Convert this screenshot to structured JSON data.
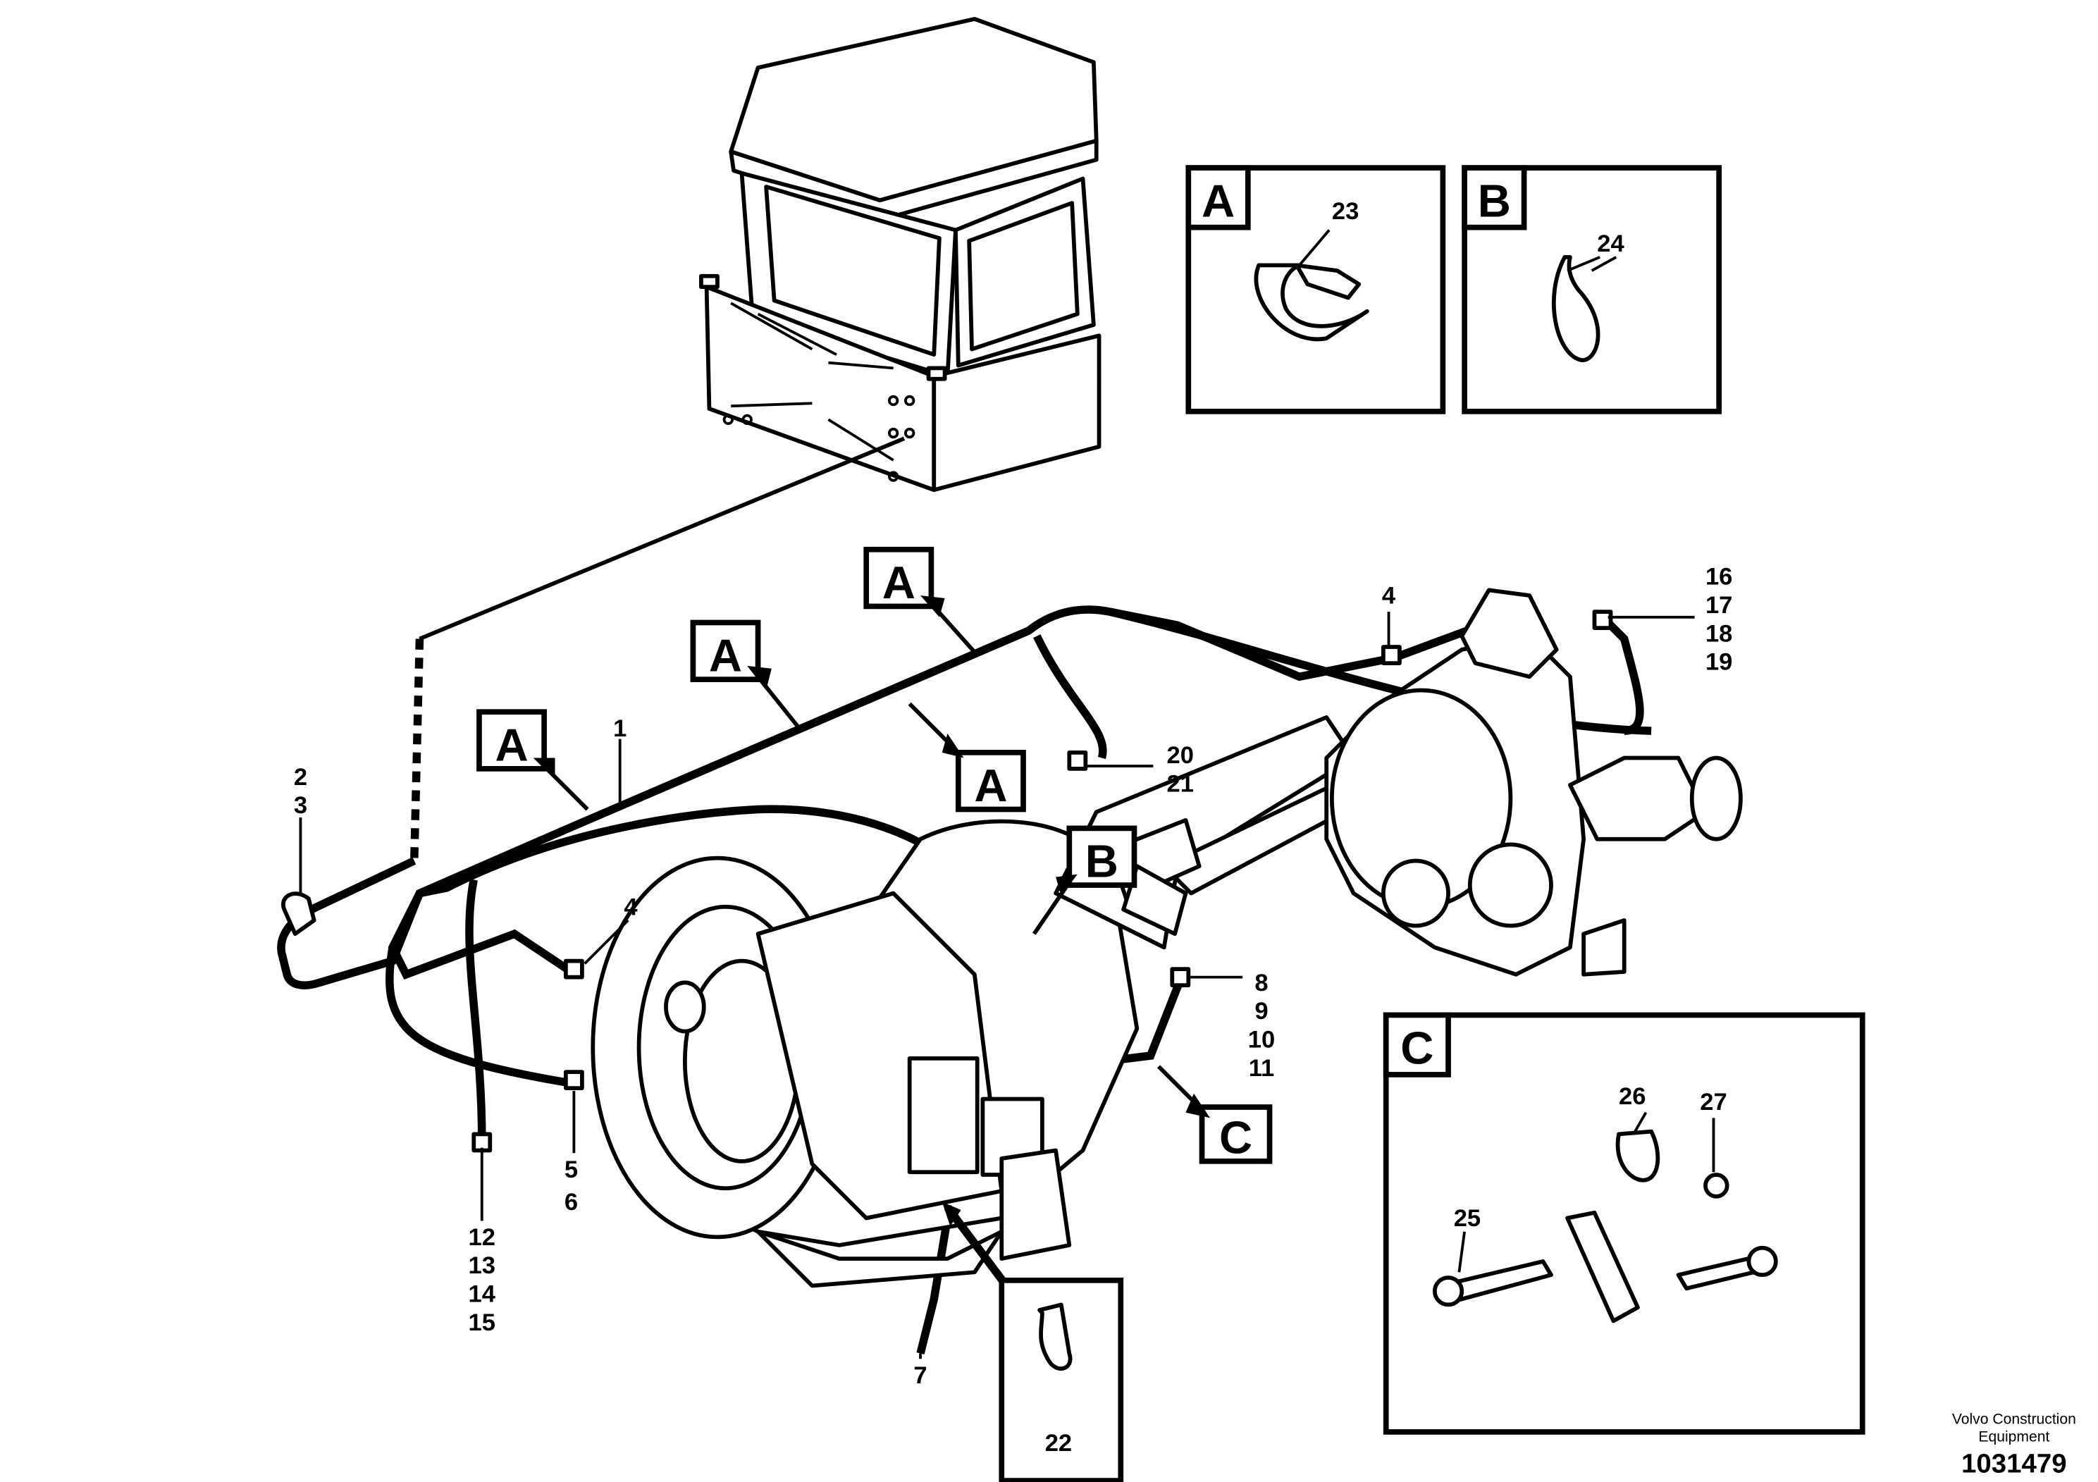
{
  "sections": {
    "a": "A",
    "b": "B",
    "c": "C"
  },
  "callouts": {
    "c1": "1",
    "c2": "2",
    "c3": "3",
    "c4a": "4",
    "c4b": "4",
    "c5": "5",
    "c6": "6",
    "c7": "7",
    "c8": "8",
    "c9": "9",
    "c10": "10",
    "c11": "11",
    "c12": "12",
    "c13": "13",
    "c14": "14",
    "c15": "15",
    "c16": "16",
    "c17": "17",
    "c18": "18",
    "c19": "19",
    "c20": "20",
    "c21": "21",
    "c22": "22",
    "c23": "23",
    "c24": "24",
    "c25": "25",
    "c26": "26",
    "c27": "27"
  },
  "credit": {
    "line1": "Volvo Construction",
    "line2": "Equipment"
  },
  "doc_number": "1031479"
}
